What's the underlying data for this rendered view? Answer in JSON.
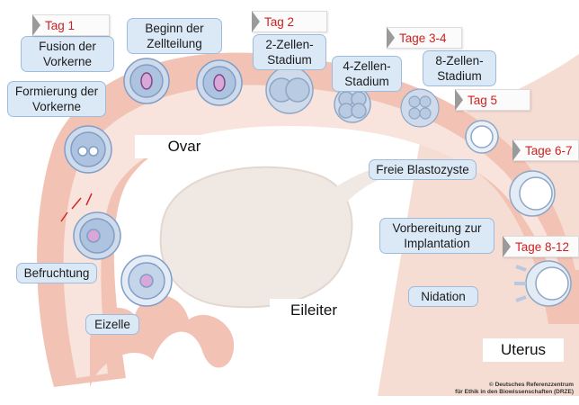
{
  "labels": {
    "fusion": "Fusion der Vorkerne",
    "beginn": "Beginn der Zellteilung",
    "zwei": "2-Zellen-Stadium",
    "vier": "4-Zellen-Stadium",
    "acht": "8-Zellen-Stadium",
    "formierung": "Formierung der Vorkerne",
    "freie": "Freie Blastozyste",
    "vorbereitung": "Vorbereitung zur Implantation",
    "befruchtung": "Befruchtung",
    "nidation": "Nidation",
    "eizelle": "Eizelle"
  },
  "plain": {
    "ovar": "Ovar",
    "eileiter": "Eileiter",
    "uterus": "Uterus"
  },
  "tags": {
    "tag1": "Tag 1",
    "tag2": "Tag 2",
    "tag34": "Tage 3-4",
    "tag5": "Tag 5",
    "tag67": "Tage 6-7",
    "tag812": "Tage 8-12"
  },
  "copyright": {
    "line1": "© Deutsches Referenzzentrum",
    "line2": "für Ethik in den Biowissenschaften (DRZE)"
  },
  "colors": {
    "tissue": "#f2c3b4",
    "lumen": "#f8e4dc",
    "ovary": "#efe8e3",
    "cell_blue": "#9fb8d8",
    "tag_text": "#d01f1f",
    "label_bg": "#dbe9f7"
  }
}
